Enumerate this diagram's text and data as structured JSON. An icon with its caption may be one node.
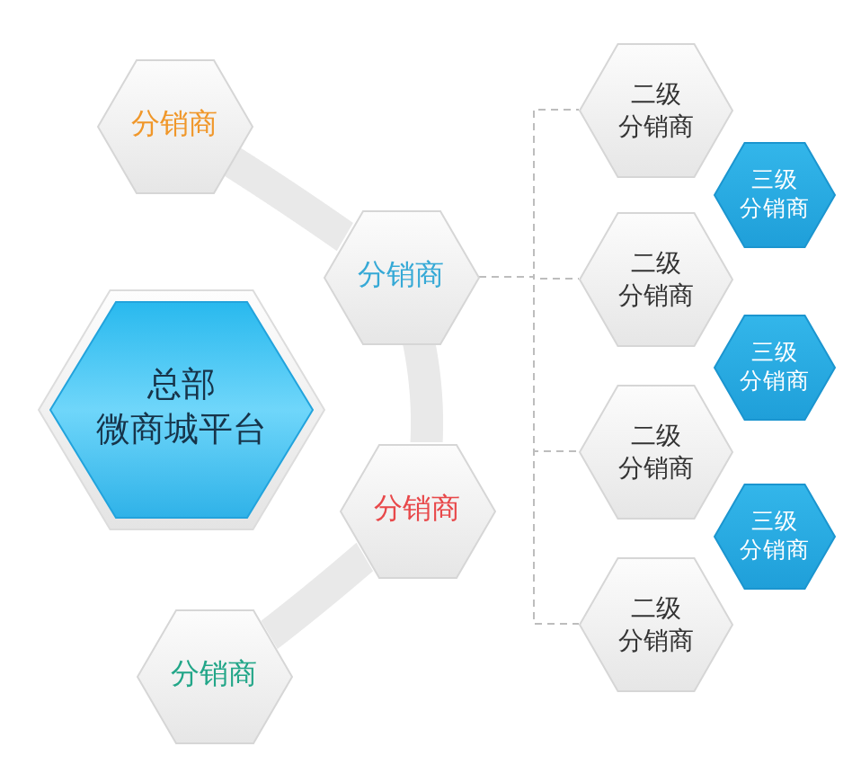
{
  "diagram": {
    "nodes": [
      {
        "text": [
          "总部",
          "微商城平台"
        ]
      },
      {
        "text": [
          "分销商"
        ]
      },
      {
        "text": [
          "分销商"
        ]
      },
      {
        "text": [
          "分销商"
        ]
      },
      {
        "text": [
          "分销商"
        ]
      },
      {
        "text": [
          "二级",
          "分销商"
        ]
      },
      {
        "text": [
          "二级",
          "分销商"
        ]
      },
      {
        "text": [
          "二级",
          "分销商"
        ]
      },
      {
        "text": [
          "二级",
          "分销商"
        ]
      },
      {
        "text": [
          "三级",
          "分销商"
        ]
      },
      {
        "text": [
          "三级",
          "分销商"
        ]
      },
      {
        "text": [
          "三级",
          "分销商"
        ]
      }
    ],
    "edges": [
      {
        "from": 1,
        "to": 2,
        "arrow": "none",
        "style": "thick",
        "color": "#e9e9e9"
      },
      {
        "from": 2,
        "to": 3,
        "arrow": "none",
        "style": "thick",
        "color": "#e9e9e9"
      },
      {
        "from": 3,
        "to": 4,
        "arrow": "none",
        "style": "thick",
        "color": "#e9e9e9"
      },
      {
        "from": 2,
        "to": 5,
        "arrow": "none",
        "style": "dashed"
      },
      {
        "from": 2,
        "to": 6,
        "arrow": "none",
        "style": "dashed"
      },
      {
        "from": 2,
        "to": 7,
        "arrow": "none",
        "style": "dashed"
      },
      {
        "from": 2,
        "to": 8,
        "arrow": "none",
        "style": "dashed"
      }
    ]
  }
}
